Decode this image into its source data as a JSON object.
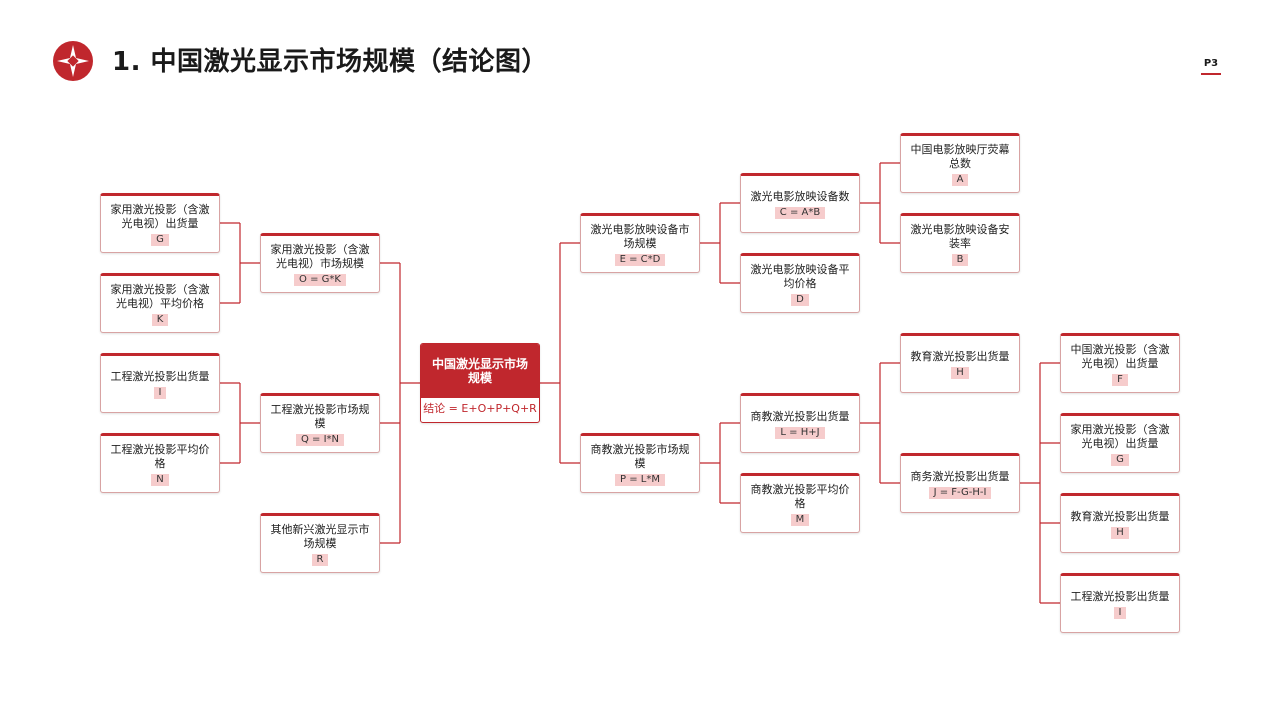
{
  "header": {
    "title": "1.  中国激光显示市场规模（结论图）",
    "page_number": "P3"
  },
  "colors": {
    "accent": "#c0272d",
    "code_bg": "#f6cccc",
    "connector": "#c0272d"
  },
  "diagram": {
    "root": {
      "label": "中国激光显示市场规模",
      "formula": "结论 = E+O+P+Q+R"
    },
    "left": [
      {
        "label": "家用激光投影（含激光电视）市场规模",
        "formula": "O = G*K",
        "children": [
          {
            "label": "家用激光投影（含激光电视）出货量",
            "code": "G"
          },
          {
            "label": "家用激光投影（含激光电视）平均价格",
            "code": "K"
          }
        ]
      },
      {
        "label": "工程激光投影市场规模",
        "formula": "Q = I*N",
        "children": [
          {
            "label": "工程激光投影出货量",
            "code": "I"
          },
          {
            "label": "工程激光投影平均价格",
            "code": "N"
          }
        ]
      },
      {
        "label": "其他新兴激光显示市场规模",
        "formula": "R",
        "children": []
      }
    ],
    "right": [
      {
        "label": "激光电影放映设备市场规模",
        "formula": "E = C*D",
        "children": [
          {
            "label": "激光电影放映设备数",
            "formula": "C = A*B",
            "children": [
              {
                "label": "中国电影放映厅荧幕总数",
                "code": "A"
              },
              {
                "label": "激光电影放映设备安装率",
                "code": "B"
              }
            ]
          },
          {
            "label": "激光电影放映设备平均价格",
            "formula": "D",
            "children": []
          }
        ]
      },
      {
        "label": "商教激光投影市场规模",
        "formula": "P = L*M",
        "children": [
          {
            "label": "商教激光投影出货量",
            "formula": "L = H+J",
            "children": [
              {
                "label": "教育激光投影出货量",
                "code": "H",
                "children": []
              },
              {
                "label": "商务激光投影出货量",
                "code": "J = F-G-H-I",
                "children": [
                  {
                    "label": "中国激光投影（含激光电视）出货量",
                    "code": "F"
                  },
                  {
                    "label": "家用激光投影（含激光电视）出货量",
                    "code": "G"
                  },
                  {
                    "label": "教育激光投影出货量",
                    "code": "H"
                  },
                  {
                    "label": "工程激光投影出货量",
                    "code": "I"
                  }
                ]
              }
            ]
          },
          {
            "label": "商教激光投影平均价格",
            "formula": "M",
            "children": []
          }
        ]
      }
    ]
  }
}
